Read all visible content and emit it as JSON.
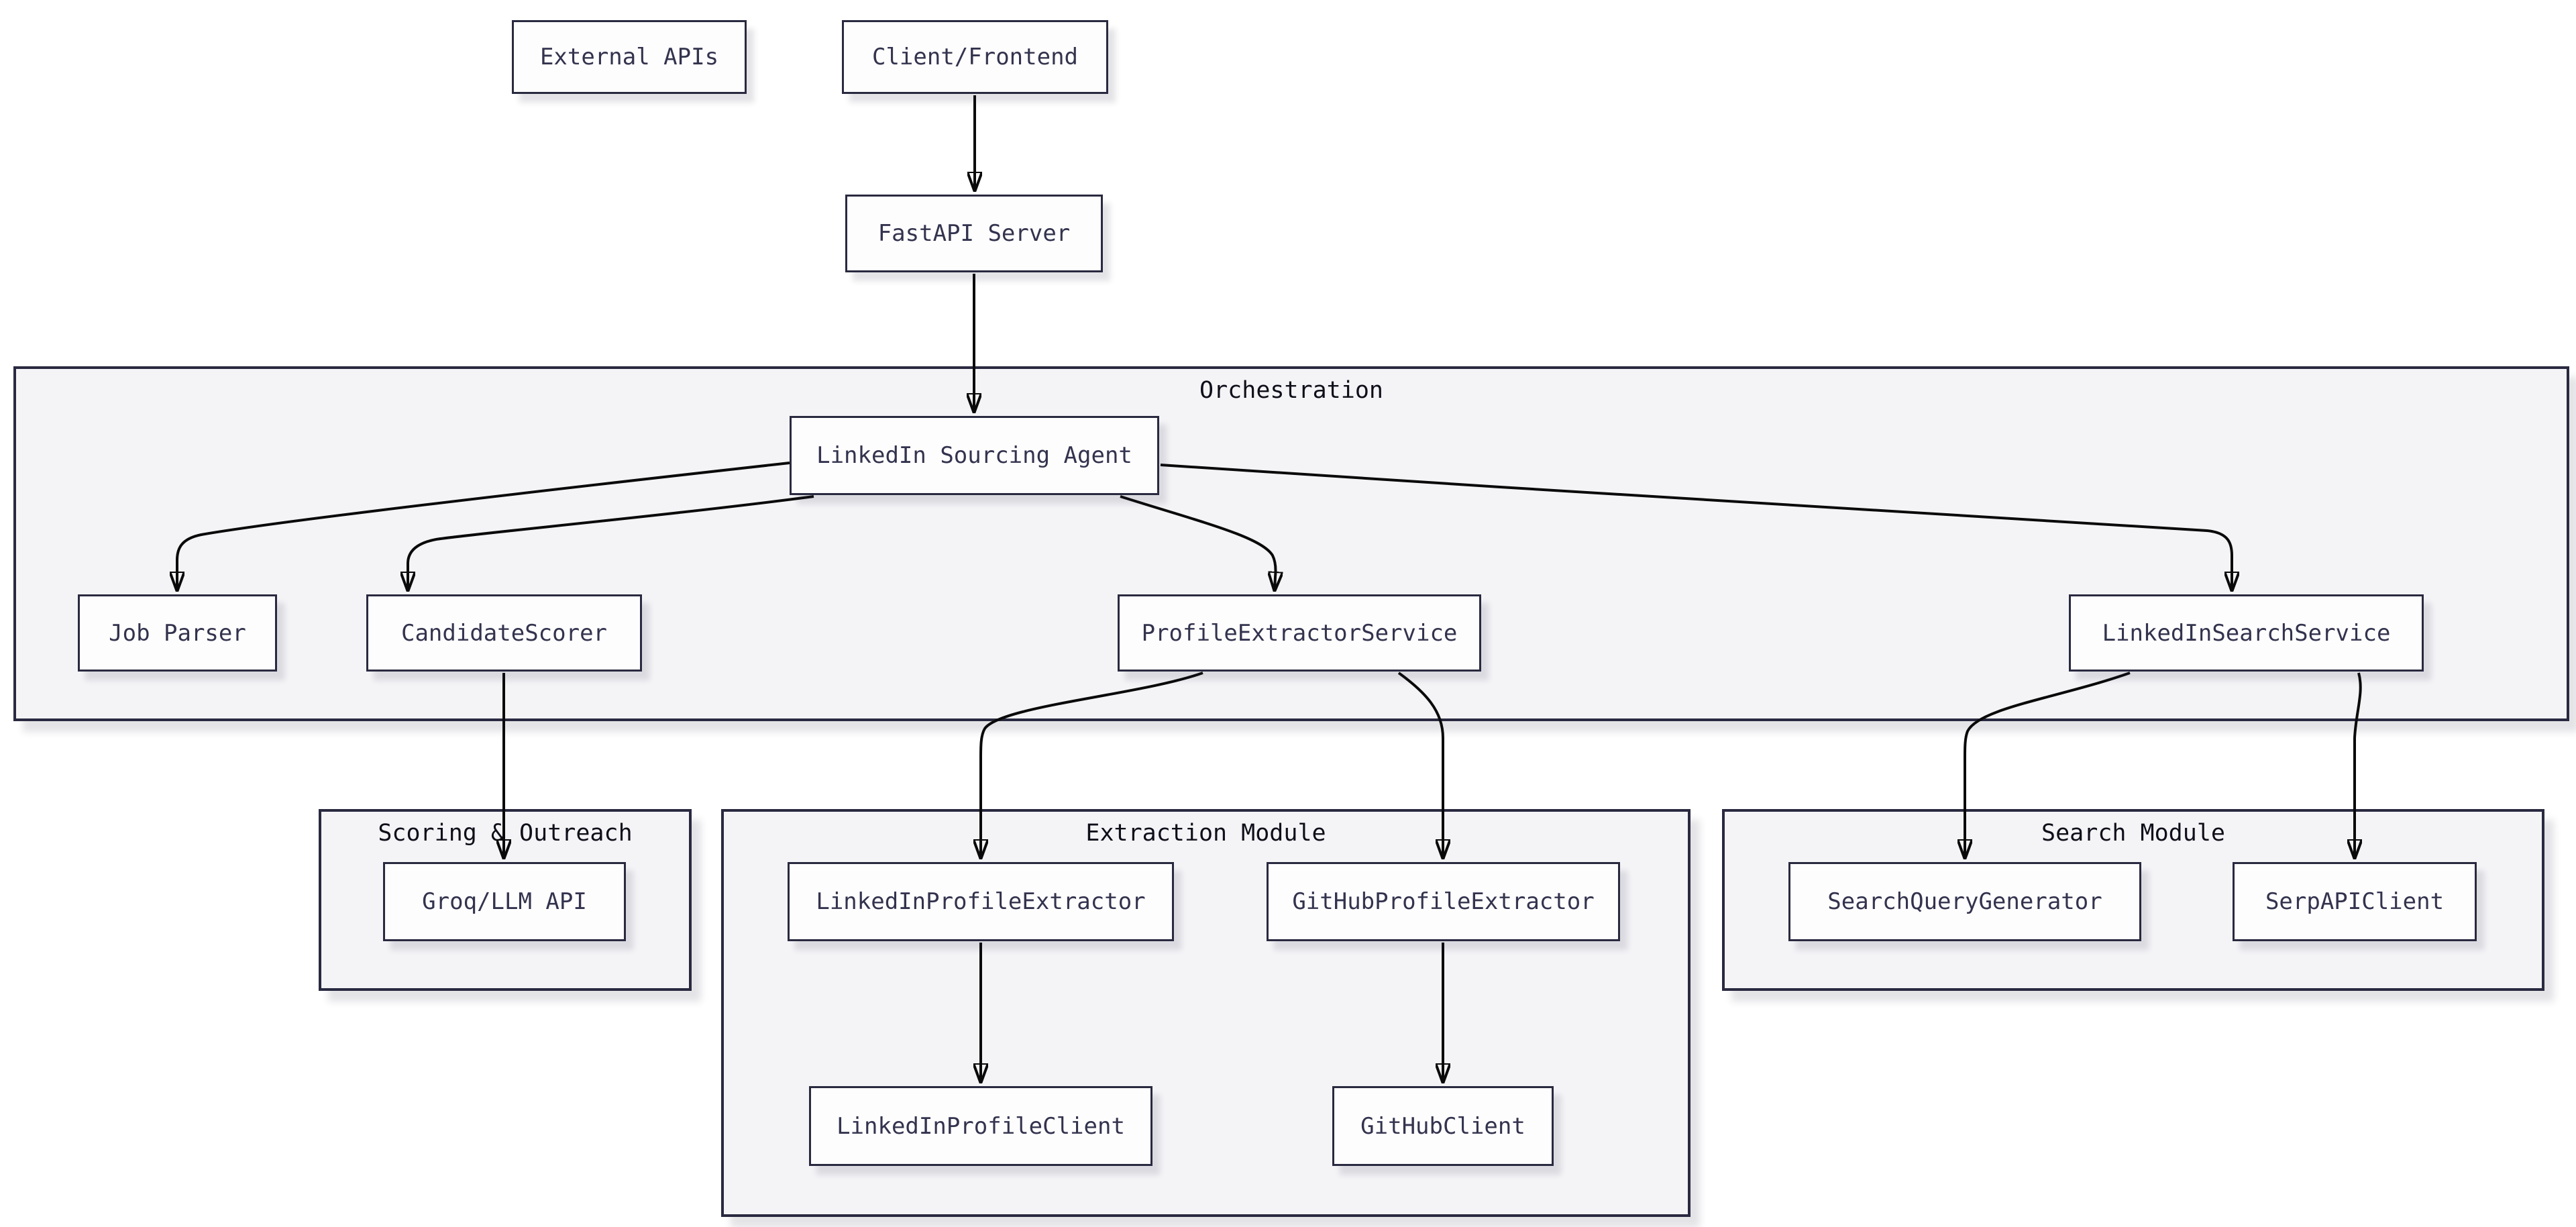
{
  "diagram": {
    "type": "flowchart",
    "direction": "top-down",
    "nodes": {
      "external_apis": {
        "label": "External APIs"
      },
      "client_frontend": {
        "label": "Client/Frontend"
      },
      "fastapi_server": {
        "label": "FastAPI Server"
      },
      "linkedin_sourcing_agent": {
        "label": "LinkedIn Sourcing Agent"
      },
      "job_parser": {
        "label": "Job Parser"
      },
      "candidate_scorer": {
        "label": "CandidateScorer"
      },
      "profile_extractor_service": {
        "label": "ProfileExtractorService"
      },
      "linkedin_search_service": {
        "label": "LinkedInSearchService"
      },
      "groq_llm_api": {
        "label": "Groq/LLM API"
      },
      "linkedin_profile_extractor": {
        "label": "LinkedInProfileExtractor"
      },
      "github_profile_extractor": {
        "label": "GitHubProfileExtractor"
      },
      "linkedin_profile_client": {
        "label": "LinkedInProfileClient"
      },
      "github_client": {
        "label": "GitHubClient"
      },
      "search_query_generator": {
        "label": "SearchQueryGenerator"
      },
      "serpapi_client": {
        "label": "SerpAPIClient"
      }
    },
    "clusters": {
      "orchestration": {
        "label": "Orchestration"
      },
      "scoring_outreach": {
        "label": "Scoring & Outreach"
      },
      "extraction_module": {
        "label": "Extraction Module"
      },
      "search_module": {
        "label": "Search Module"
      }
    },
    "edges": [
      {
        "from": "Client/Frontend",
        "to": "FastAPI Server"
      },
      {
        "from": "FastAPI Server",
        "to": "LinkedIn Sourcing Agent"
      },
      {
        "from": "LinkedIn Sourcing Agent",
        "to": "Job Parser"
      },
      {
        "from": "LinkedIn Sourcing Agent",
        "to": "CandidateScorer"
      },
      {
        "from": "LinkedIn Sourcing Agent",
        "to": "ProfileExtractorService"
      },
      {
        "from": "LinkedIn Sourcing Agent",
        "to": "LinkedInSearchService"
      },
      {
        "from": "CandidateScorer",
        "to": "Groq/LLM API"
      },
      {
        "from": "ProfileExtractorService",
        "to": "LinkedInProfileExtractor"
      },
      {
        "from": "ProfileExtractorService",
        "to": "GitHubProfileExtractor"
      },
      {
        "from": "LinkedInProfileExtractor",
        "to": "LinkedInProfileClient"
      },
      {
        "from": "GitHubProfileExtractor",
        "to": "GitHubClient"
      },
      {
        "from": "LinkedInSearchService",
        "to": "SearchQueryGenerator"
      },
      {
        "from": "LinkedInSearchService",
        "to": "SerpAPIClient"
      }
    ],
    "colors": {
      "node_fill": "#fdfdfe",
      "node_border": "#292940",
      "node_text": "#33334e",
      "cluster_fill": "#f4f4f7",
      "cluster_border": "#292940",
      "cluster_text": "#0f0f1a",
      "edge": "#0a0a0a",
      "background": "#ffffff"
    }
  }
}
